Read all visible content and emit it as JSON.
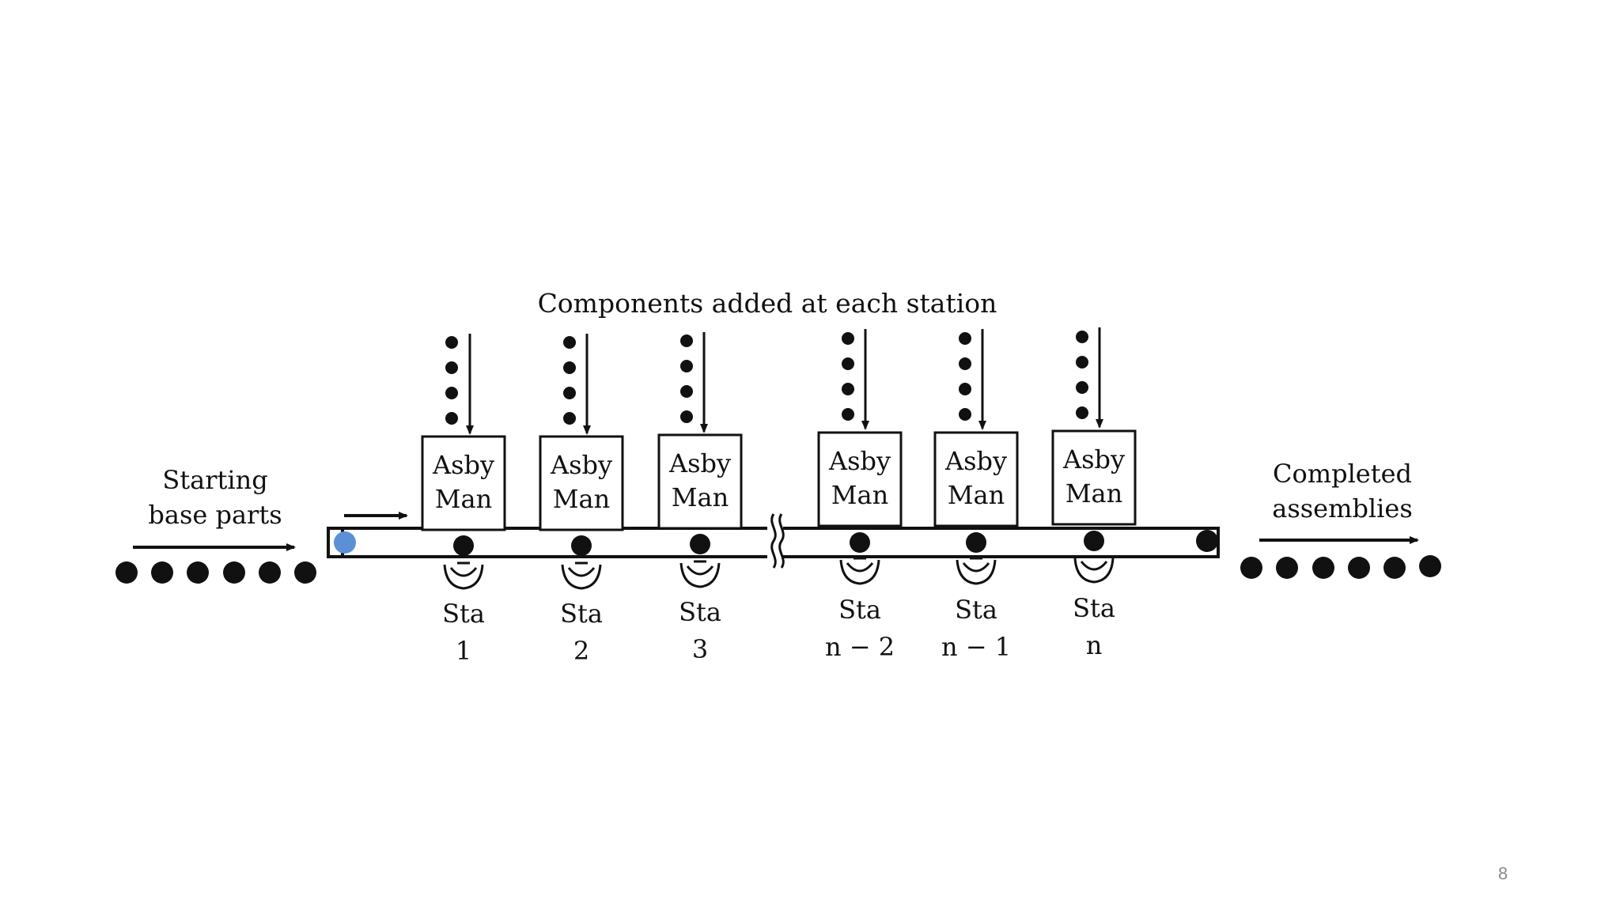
{
  "diagram": {
    "top_label": "Components added at each station",
    "left_label_line1": "Starting",
    "left_label_line2": "base parts",
    "right_label_line1": "Completed",
    "right_label_line2": "assemblies",
    "station_box_line1": "Asby",
    "station_box_line2": "Man",
    "stations": [
      {
        "label": "Sta",
        "number": "1"
      },
      {
        "label": "Sta",
        "number": "2"
      },
      {
        "label": "Sta",
        "number": "3"
      },
      {
        "label": "Sta",
        "number": "n − 2"
      },
      {
        "label": "Sta",
        "number": "n − 1"
      },
      {
        "label": "Sta",
        "number": "n"
      }
    ],
    "colors": {
      "ink": "#111111",
      "first_part": "#5b8fd6"
    }
  },
  "slide": {
    "page_number": "8"
  }
}
